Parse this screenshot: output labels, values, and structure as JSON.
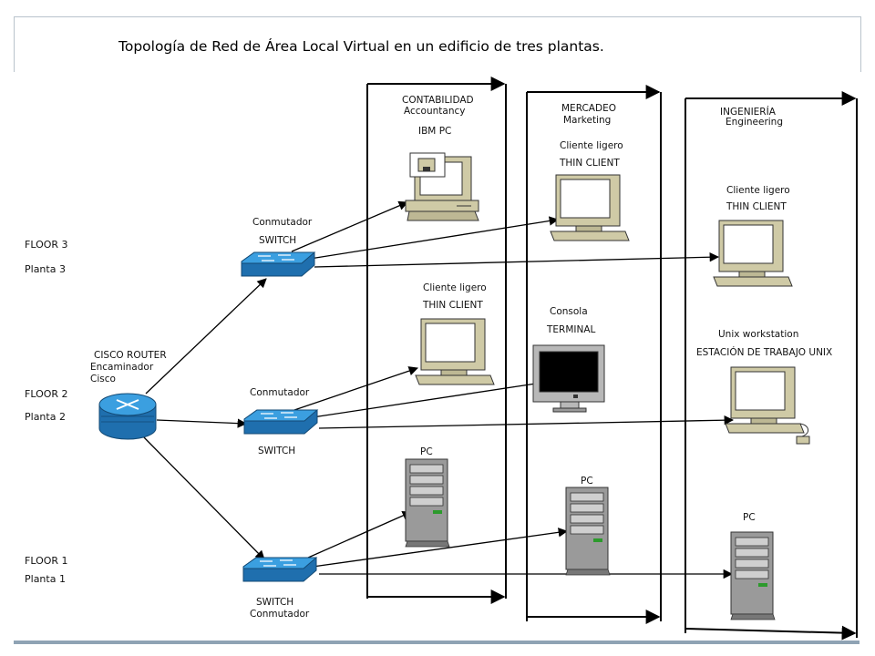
{
  "title": "Topología de Red de Área Local Virtual en un edificio de tres plantas.",
  "floors": [
    {
      "en": "FLOOR 3",
      "es": "Planta 3"
    },
    {
      "en": "FLOOR 2",
      "es": "Planta 2"
    },
    {
      "en": "FLOOR 1",
      "es": "Planta 1"
    }
  ],
  "router": {
    "line1": "CISCO ROUTER",
    "line2": "Encaminador",
    "line3": "Cisco"
  },
  "switches": [
    {
      "top": "Conmutador",
      "bottom": "SWITCH"
    },
    {
      "top": "Conmutador",
      "bottom": "SWITCH"
    },
    {
      "top": "SWITCH",
      "bottom": "Conmutador"
    }
  ],
  "departments": [
    {
      "es": "CONTABILIDAD",
      "en": "Accountancy"
    },
    {
      "es": "MERCADEO",
      "en": "Marketing"
    },
    {
      "es": "INGENIERÍA",
      "en": "Engineering"
    }
  ],
  "devices": {
    "ibm_pc": "IBM PC",
    "thin_client_es": "Cliente ligero",
    "thin_client_en": "THIN CLIENT",
    "console_es": "Consola",
    "console_en": "TERMINAL",
    "unix_en": "Unix workstation",
    "unix_es": "ESTACIÓN DE TRABAJO UNIX",
    "pc": "PC"
  },
  "colors": {
    "switch_blue": "#2f8fd0",
    "router_blue": "#2a7fc0",
    "device_beige": "#cfcaa6",
    "tower_gray": "#9a9a9a",
    "border": "#b9c3cc",
    "bottom_bar": "#8fa3b4"
  }
}
